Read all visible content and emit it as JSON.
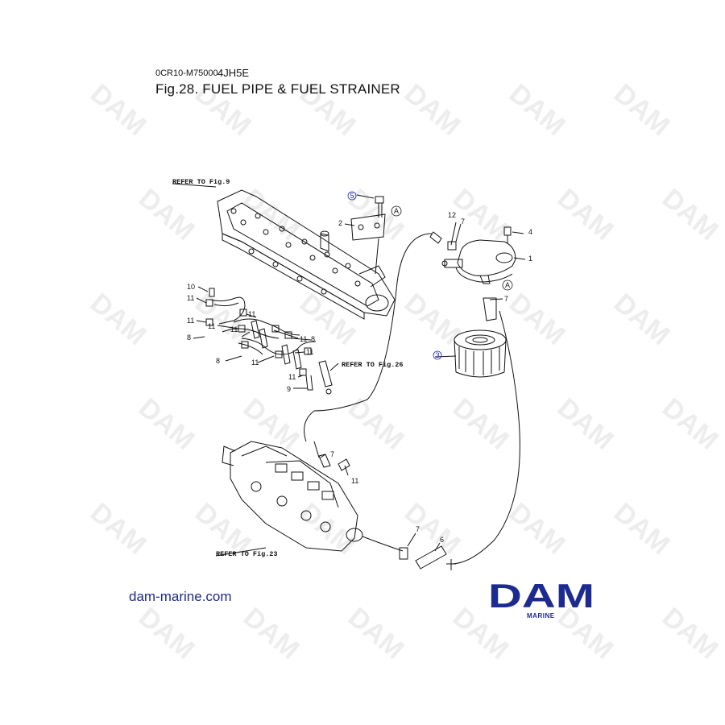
{
  "header": {
    "code": "0CR10-M75000",
    "model": "4JH5E",
    "title": "Fig.28.  FUEL PIPE & FUEL STRAINER"
  },
  "refs": {
    "fig9": "REFER TO Fig.9",
    "fig26": "REFER TO Fig.26",
    "fig23": "REFER TO Fig.23"
  },
  "callouts": {
    "n1": "1",
    "n2": "2",
    "n3": "3",
    "n4": "4",
    "n5": "5",
    "n6": "6",
    "n7": "7",
    "n8": "8",
    "n9": "9",
    "n10": "10",
    "n11": "11",
    "n12": "12",
    "a": "A"
  },
  "footer": {
    "url": "dam-marine.com",
    "logo_text": "DAM",
    "logo_sub": "MARINE"
  },
  "watermark": {
    "text": "DAM"
  },
  "colors": {
    "brand_blue": "#1d2a8f",
    "watermark": "#ededed",
    "line": "#111111"
  }
}
